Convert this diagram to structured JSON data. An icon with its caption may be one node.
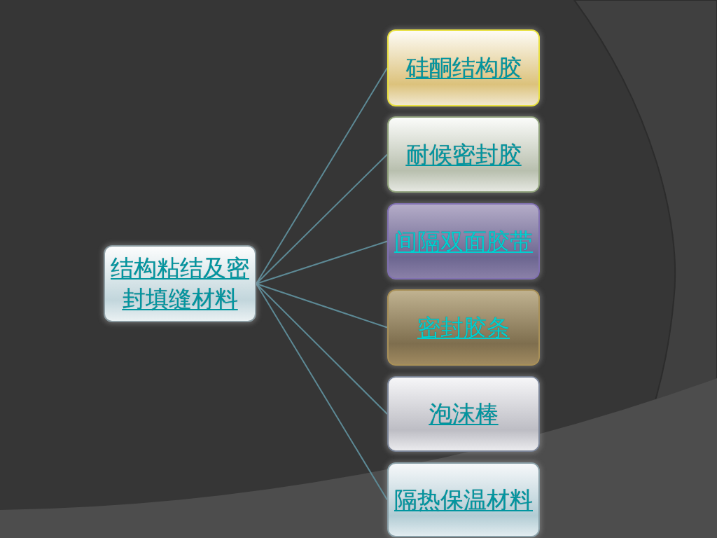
{
  "diagram": {
    "nodes": [
      {
        "text": [
          "结构粘结及密封填缝材料"
        ]
      },
      {
        "text": [
          "硅酮结构胶"
        ]
      },
      {
        "text": [
          "耐候密封胶"
        ]
      },
      {
        "text": [
          "间隔双面胶带"
        ]
      },
      {
        "text": [
          "密封胶条"
        ]
      },
      {
        "text": [
          "泡沫棒"
        ]
      },
      {
        "text": [
          "隔热保温材料"
        ]
      }
    ],
    "edges": [
      {
        "from": 0,
        "to": 1,
        "arrow": "none"
      },
      {
        "from": 0,
        "to": 2,
        "arrow": "none"
      },
      {
        "from": 0,
        "to": 3,
        "arrow": "none"
      },
      {
        "from": 0,
        "to": 4,
        "arrow": "none"
      },
      {
        "from": 0,
        "to": 5,
        "arrow": "none"
      },
      {
        "from": 0,
        "to": 6,
        "arrow": "none"
      }
    ]
  }
}
